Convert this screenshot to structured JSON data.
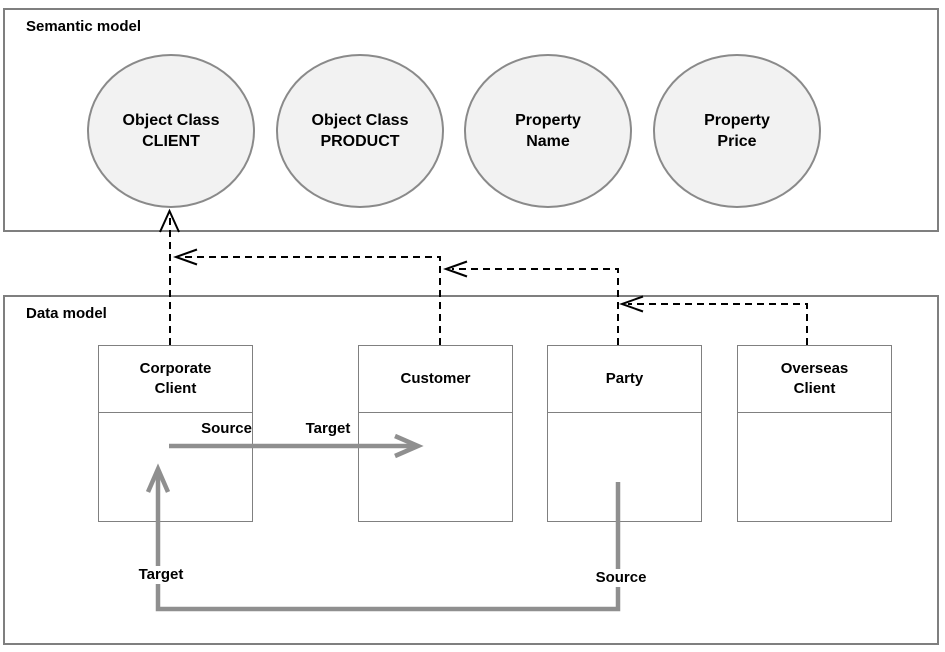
{
  "semantic_model": {
    "title": "Semantic model",
    "nodes": [
      {
        "line1": "Object Class",
        "line2": "CLIENT"
      },
      {
        "line1": "Object Class",
        "line2": "PRODUCT"
      },
      {
        "line1": "Property",
        "line2": "Name"
      },
      {
        "line1": "Property",
        "line2": "Price"
      }
    ]
  },
  "data_model": {
    "title": "Data model",
    "entities": [
      {
        "name": "Corporate Client"
      },
      {
        "name": "Customer"
      },
      {
        "name": "Party"
      },
      {
        "name": "Overseas Client"
      }
    ]
  },
  "mapping_labels": {
    "source_top": "Source",
    "target_top": "Target",
    "target_bottom": "Target",
    "source_bottom": "Source"
  },
  "colors": {
    "node_fill": "#f2f2f2",
    "border_gray": "#7f7f7f",
    "arrow_gray": "#8f8f8f",
    "dashed_black": "#000000"
  }
}
